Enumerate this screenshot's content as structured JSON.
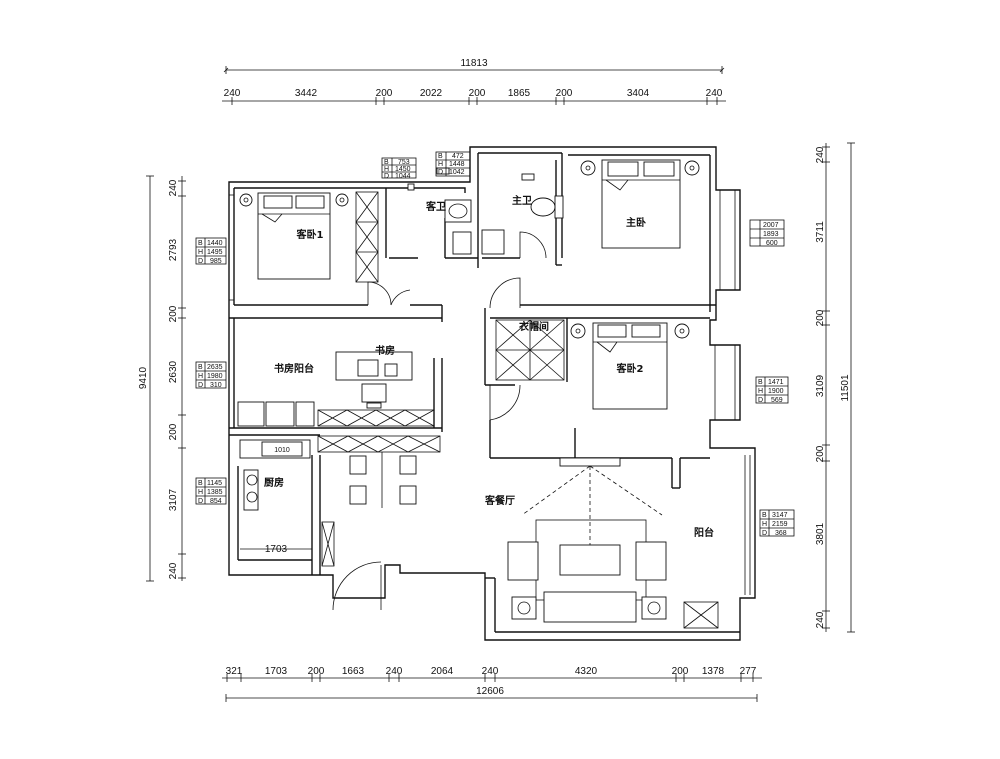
{
  "top_dims": {
    "total": "11813",
    "segments": [
      "240",
      "3442",
      "200",
      "2022",
      "200",
      "1865",
      "200",
      "3404",
      "240"
    ]
  },
  "bottom_dims": {
    "total": "12606",
    "segments": [
      "321",
      "1703",
      "200",
      "1663",
      "240",
      "2064",
      "240",
      "4320",
      "200",
      "1378",
      "277"
    ]
  },
  "left_dims": {
    "total": "9410",
    "segments": [
      "240",
      "2793",
      "200",
      "2630",
      "200",
      "3107",
      "240"
    ]
  },
  "right_dims": {
    "total": "11501",
    "segments": [
      "240",
      "3711",
      "200",
      "3109",
      "200",
      "3801",
      "240"
    ]
  },
  "rooms": {
    "guest_bed_1": "客卧1",
    "guest_bath": "客卫",
    "master_bath": "主卫",
    "master_bed": "主卧",
    "closet": "衣帽间",
    "guest_bed_2": "客卧2",
    "study": "书房",
    "study_balcony": "书房阳台",
    "kitchen": "厨房",
    "living_dining": "客餐厅",
    "balcony": "阳台"
  },
  "window_boxes": {
    "guest_bath": {
      "B": "753",
      "H": "1450",
      "D": "1044"
    },
    "master_bath": {
      "B": "472",
      "H": "1448",
      "D": "1042"
    },
    "guest_bed_1": {
      "B": "1440",
      "H": "1495",
      "D": "985"
    },
    "study": {
      "B": "2635",
      "H": "1980",
      "D": "310"
    },
    "kitchen": {
      "B": "1145",
      "H": "1385",
      "D": "854"
    },
    "master_bed": {
      "B": "2007",
      "H": "1893",
      "D": "600"
    },
    "guest_bed_2": {
      "B": "1471",
      "H": "1900",
      "D": "569"
    },
    "balcony": {
      "B": "3147",
      "H": "2159",
      "D": "368"
    }
  },
  "labels": {
    "kitchen_width": "1703",
    "kitchen_sub": "1010"
  }
}
